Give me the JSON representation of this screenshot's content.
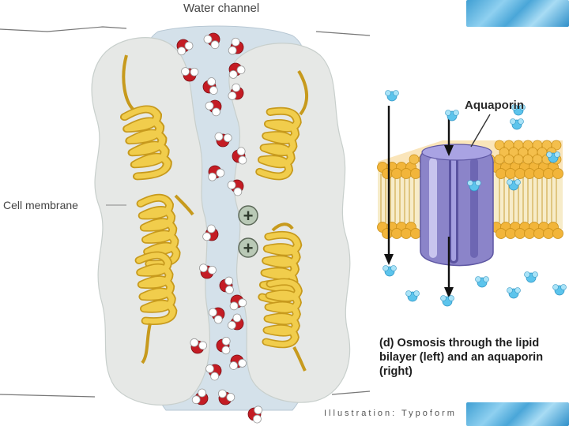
{
  "labels": {
    "water_channel": "Water channel",
    "cell_membrane": "Cell membrane",
    "aquaporin": "Aquaporin"
  },
  "caption": "(d) Osmosis through the lipid bilayer (left) and an aquaporin (right)",
  "credit": "Illustration: Typoform",
  "charges": [
    "+",
    "+"
  ],
  "colors": {
    "protein": "#e6e8e6",
    "channel": "#d4e1ea",
    "helix": "#e8c23a",
    "lipid_head": "#f2b53a",
    "aquaporin": "#8b84c9",
    "water_oxygen": "#c41c24",
    "accent_tile": "#4aa6d8"
  }
}
